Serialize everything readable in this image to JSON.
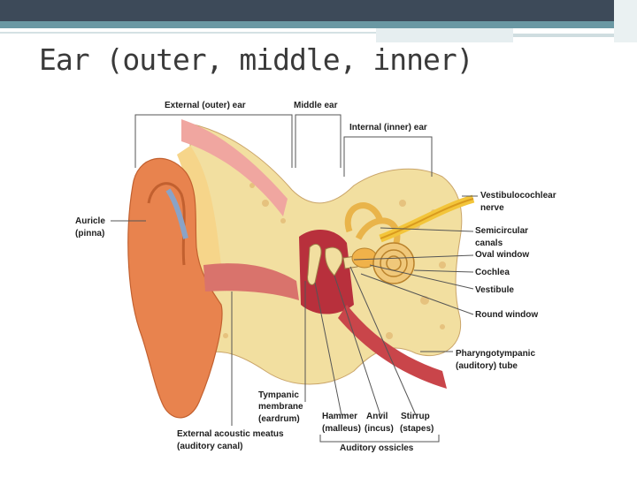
{
  "slide": {
    "title": "Ear (outer, middle, inner)"
  },
  "labels": {
    "external_ear": "External (outer) ear",
    "middle_ear": "Middle ear",
    "internal_ear": "Internal (inner) ear",
    "auricle": [
      "Auricle",
      "(pinna)"
    ],
    "vestibulocochlear": [
      "Vestibulocochlear",
      "nerve"
    ],
    "semicircular": [
      "Semicircular",
      "canals"
    ],
    "oval_window": "Oval window",
    "cochlea": "Cochlea",
    "vestibule": "Vestibule",
    "round_window": "Round window",
    "pharyngotympanic": [
      "Pharyngotympanic",
      "(auditory) tube"
    ],
    "tympanic": [
      "Tympanic",
      "membrane",
      "(eardrum)"
    ],
    "external_meatus": [
      "External acoustic meatus",
      "(auditory canal)"
    ],
    "hammer": [
      "Hammer",
      "(malleus)"
    ],
    "anvil": [
      "Anvil",
      "(incus)"
    ],
    "stirrup": [
      "Stirrup",
      "(stapes)"
    ],
    "auditory_ossicles": "Auditory ossicles"
  },
  "colors": {
    "header": "#3d4a59",
    "accent": "#6a98a3",
    "skin": "#e8834e",
    "bone": "#f2dfa0",
    "tissue": "#b8303c"
  }
}
